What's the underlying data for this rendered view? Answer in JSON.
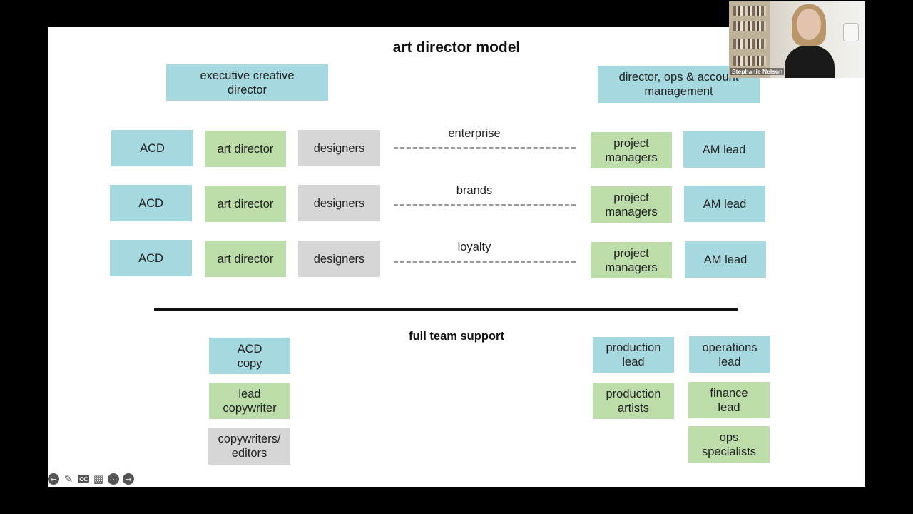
{
  "slide": {
    "title": "art director model",
    "executive": "executive creative\ndirector",
    "director_ops": "director, ops & account\nmanagement",
    "rows": [
      {
        "acd": "ACD",
        "art_director": "art director",
        "designers": "designers",
        "label": "enterprise",
        "pm": "project\nmanagers",
        "am": "AM lead"
      },
      {
        "acd": "ACD",
        "art_director": "art director",
        "designers": "designers",
        "label": "brands",
        "pm": "project\nmanagers",
        "am": "AM lead"
      },
      {
        "acd": "ACD",
        "art_director": "art director",
        "designers": "designers",
        "label": "loyalty",
        "pm": "project\nmanagers",
        "am": "AM lead"
      }
    ],
    "support_title": "full team support",
    "support": {
      "acd_copy": "ACD\ncopy",
      "lead_copywriter": "lead\ncopywriter",
      "copywriters": "copywriters/\neditors",
      "production_lead": "production\nlead",
      "production_artists": "production\nartists",
      "operations_lead": "operations\nlead",
      "finance_lead": "finance\nlead",
      "ops_specialists": "ops\nspecialists"
    }
  },
  "colors": {
    "blue": "#a6d8df",
    "green": "#bcdcaa",
    "gray": "#d6d6d6"
  },
  "video": {
    "participant_name": "Stephanie Nelson"
  },
  "toolbar": {
    "icons": [
      "arrow-left-icon",
      "pen-icon",
      "cc-icon",
      "video-icon",
      "more-icon",
      "arrow-right-icon"
    ]
  }
}
